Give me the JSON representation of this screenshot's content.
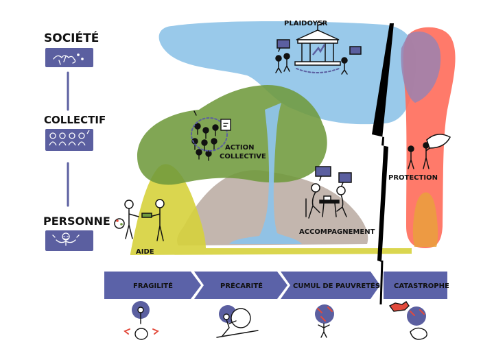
{
  "levels": {
    "societe": "SOCIÉTÉ",
    "collectif": "COLLECTIF",
    "personne": "PERSONNE"
  },
  "areas": {
    "plaidoyer": "PLAIDOYER",
    "action_collective_1": "ACTION",
    "action_collective_2": "COLLECTIVE",
    "accompagnement": "ACCOMPAGNEMENT",
    "aide": "AIDE",
    "protection": "PROTECTION"
  },
  "stages": [
    "FRAGILITÉ",
    "PRÉCARITÉ",
    "CUMUL DE PAUVRETÉS",
    "CATASTROPHE"
  ],
  "colors": {
    "level_box": "#5b5fa0",
    "plaidoyer_blob": "#8ec3e8",
    "action_blob": "#6f9a3c",
    "aide_blob": "#d6d23c",
    "accompagnement_blob": "#b9a9a0",
    "protection_blob": "#ff6b5a",
    "arrows": "#5b62a8"
  }
}
